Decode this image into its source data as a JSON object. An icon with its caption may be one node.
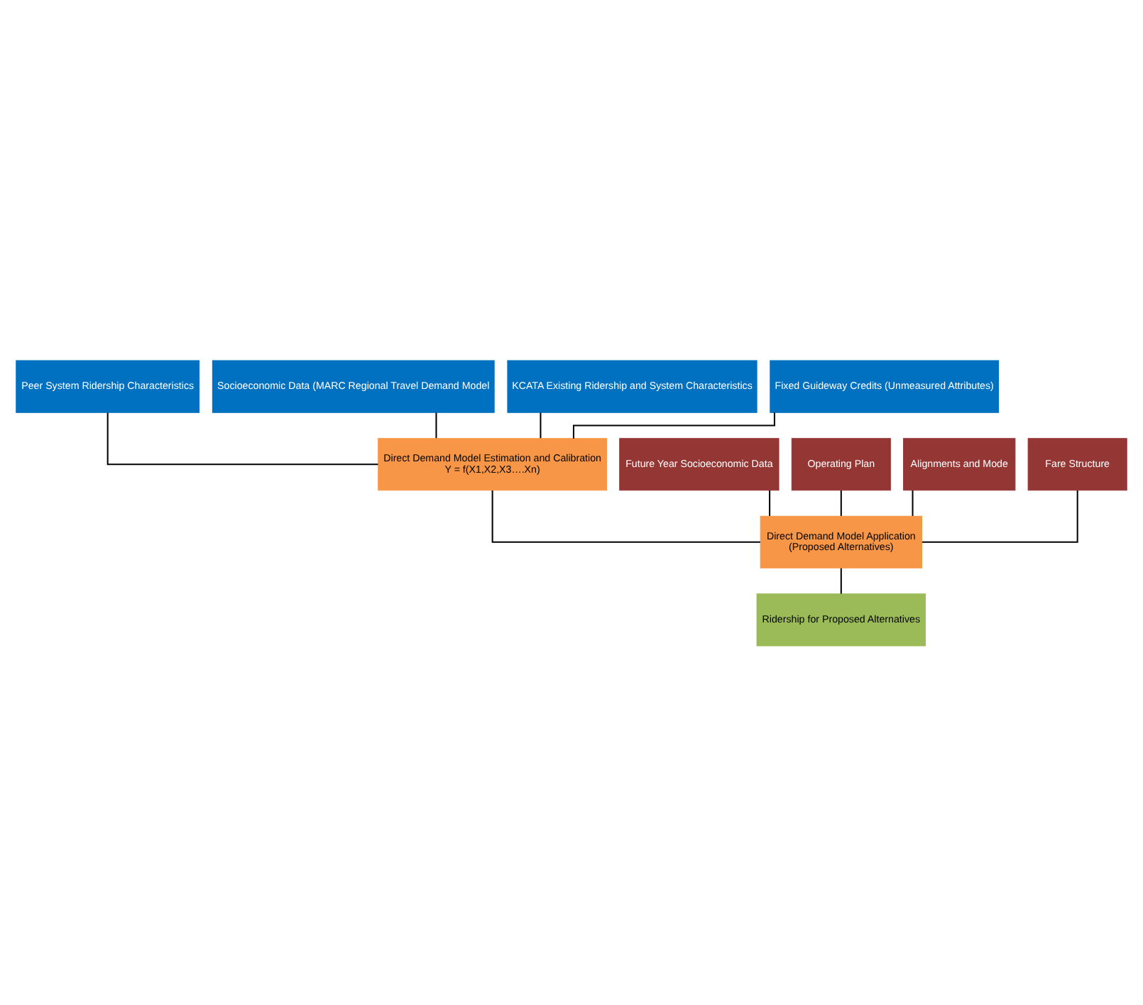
{
  "diagram": {
    "nodes": [
      {
        "text": [
          "Peer System Ridership Characteristics"
        ]
      },
      {
        "text": [
          "Socioeconomic Data (MARC Regional Travel Demand Model"
        ]
      },
      {
        "text": [
          "KCATA Existing Ridership and System Characteristics"
        ]
      },
      {
        "text": [
          "Fixed Guideway Credits (Unmeasured Attributes)"
        ]
      },
      {
        "text": [
          "Direct Demand Model Estimation and Calibration",
          "Y = f(X1,X2,X3….Xn)"
        ]
      },
      {
        "text": [
          "Direct Demand Model Application",
          "(Proposed Alternatives)"
        ]
      },
      {
        "text": [
          "Future Year Socioeconomic Data"
        ]
      },
      {
        "text": [
          "Operating Plan"
        ]
      },
      {
        "text": [
          "Alignments and Mode"
        ]
      },
      {
        "text": [
          "Fare Structure"
        ]
      },
      {
        "text": [
          "Ridership for Proposed Alternatives"
        ]
      }
    ],
    "edges": [
      {
        "from": 0,
        "to": 4,
        "arrow": "none"
      },
      {
        "from": 1,
        "to": 4,
        "arrow": "none"
      },
      {
        "from": 2,
        "to": 4,
        "arrow": "none"
      },
      {
        "from": 3,
        "to": 4,
        "arrow": "none"
      },
      {
        "from": 4,
        "to": 5,
        "arrow": "none"
      },
      {
        "from": 6,
        "to": 5,
        "arrow": "none"
      },
      {
        "from": 7,
        "to": 5,
        "arrow": "none"
      },
      {
        "from": 8,
        "to": 5,
        "arrow": "none"
      },
      {
        "from": 9,
        "to": 5,
        "arrow": "none"
      },
      {
        "from": 5,
        "to": 10,
        "arrow": "none"
      }
    ]
  }
}
